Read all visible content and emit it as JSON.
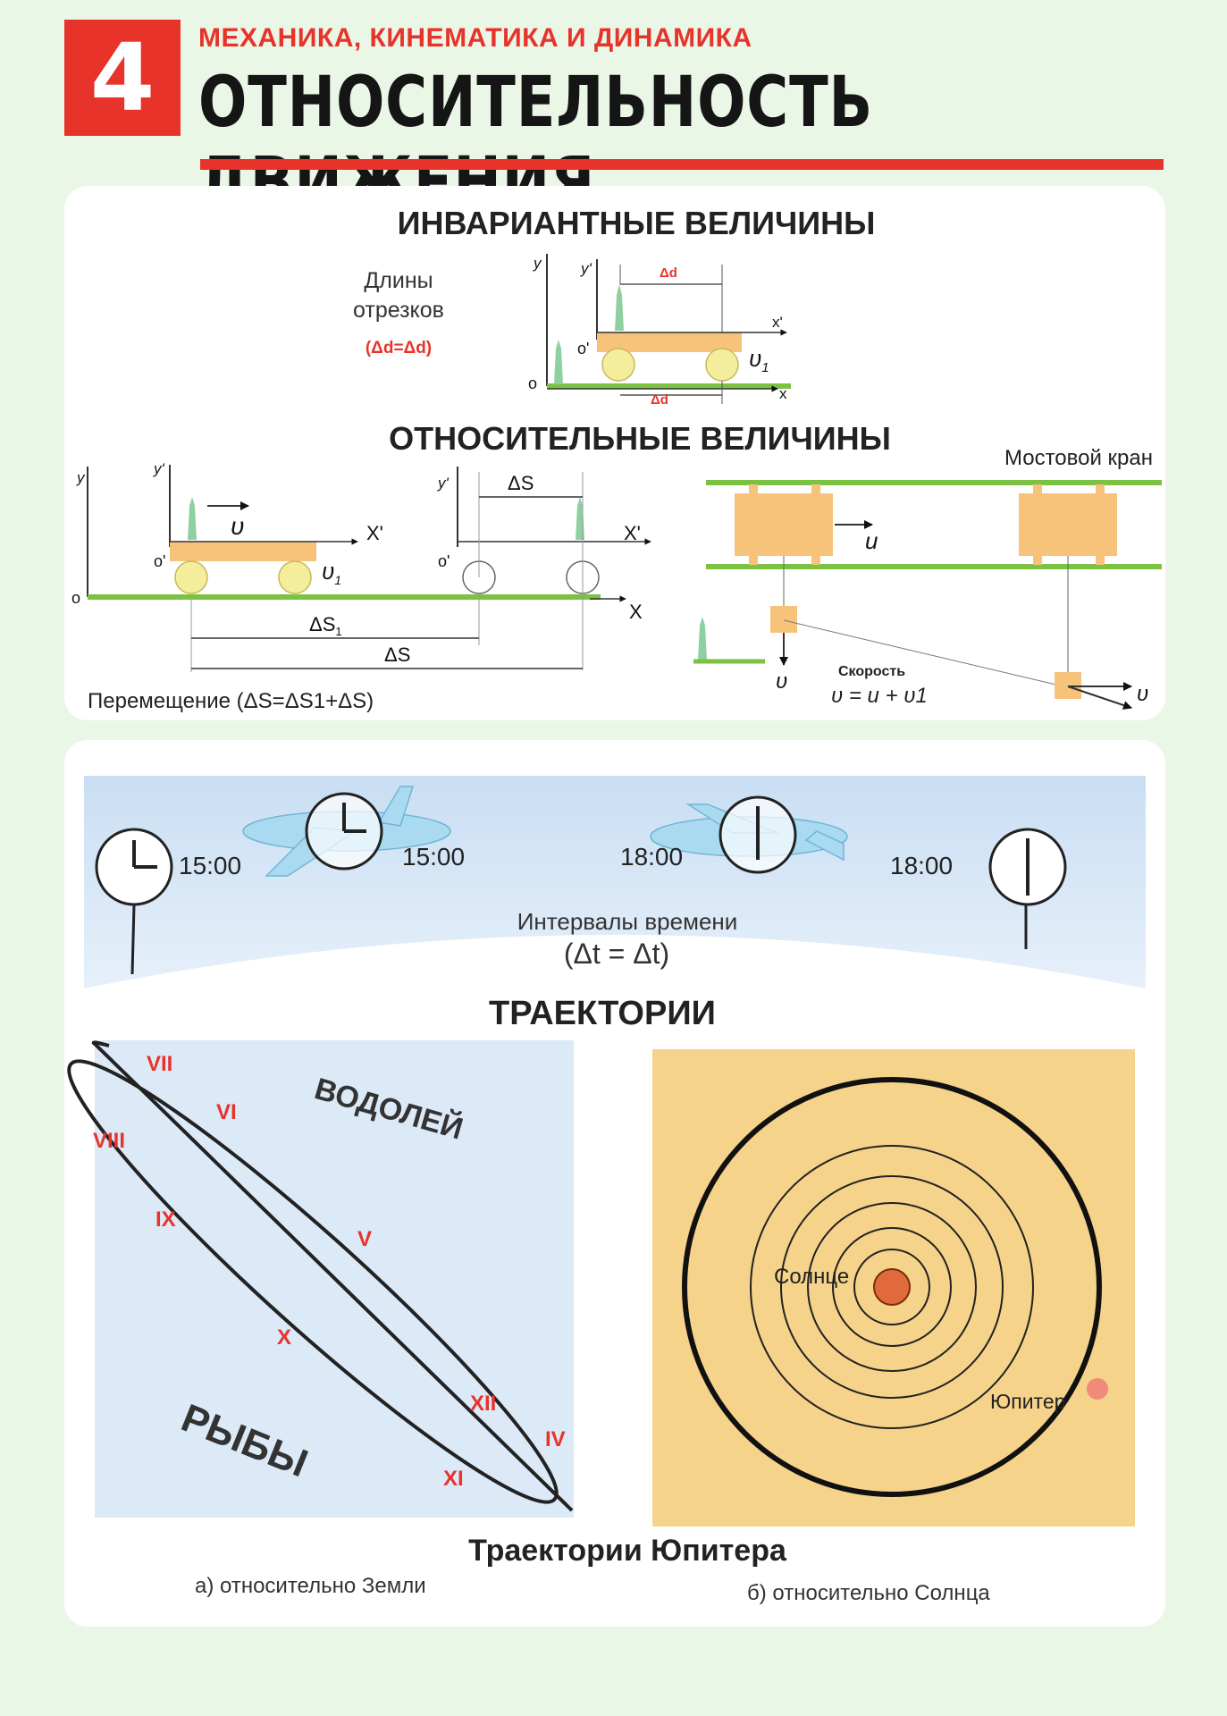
{
  "header": {
    "number": "4",
    "subtitle": "МЕХАНИКА, КИНЕМАТИКА И ДИНАМИКА",
    "title": "ОТНОСИТЕЛЬНОСТЬ ДВИЖЕНИЯ"
  },
  "invariant": {
    "heading": "ИНВАРИАНТНЫЕ ВЕЛИЧИНЫ",
    "lengths_line1": "Длины",
    "lengths_line2": "отрезков",
    "lengths_formula": "(Δd=Δd)",
    "delta_d": "Δd",
    "axis_y": "y",
    "axis_y2": "y'",
    "axis_x": "x",
    "axis_x2": "x'",
    "origin": "o",
    "origin2": "o'",
    "velocity": "υ",
    "velocity_sub": "1"
  },
  "relative": {
    "heading": "ОТНОСИТЕЛЬНЫЕ ВЕЛИЧИНЫ",
    "crane_label": "Мостовой кран",
    "axis_y": "y",
    "axis_y2": "y'",
    "axis_x": "X",
    "axis_x2": "X'",
    "origin": "o",
    "origin2": "o'",
    "velocity_v": "υ",
    "velocity_v1": "υ",
    "v1_sub": "1",
    "delta_s": "ΔS",
    "delta_s1": "ΔS",
    "delta_s1_sub": "1",
    "displacement": "Перемещение (ΔS=ΔS1+ΔS)",
    "crane_u": "u",
    "crane_v1": "υ",
    "crane_speed_label": "Скорость",
    "crane_speed_formula": "υ = u + υ1",
    "crane_v": "υ"
  },
  "time": {
    "times": [
      "15:00",
      "15:00",
      "18:00",
      "18:00"
    ],
    "intervals_label": "Интервалы времени",
    "intervals_formula": "(Δt = Δt)"
  },
  "trajectories": {
    "heading": "ТРАЕКТОРИИ",
    "constellation_top": "ВОДОЛЕЙ",
    "constellation_bottom": "РЫБЫ",
    "months": [
      "VII",
      "VI",
      "VIII",
      "IX",
      "V",
      "X",
      "XII",
      "IV",
      "XI"
    ],
    "sun_label": "Солнце",
    "jupiter_label": "Юпитер",
    "caption": "Траектории Юпитера",
    "caption_a": "а) относительно Земли",
    "caption_b": "б) относительно Солнца"
  },
  "colors": {
    "red": "#e8332b",
    "green": "#7cc242",
    "cart": "#f7c27a",
    "wheel": "#f4ee9c",
    "sky": "#dce9f7",
    "sun_panel": "#f6d38a",
    "sun": "#e06a3b",
    "jupiter": "#f08a7a"
  }
}
